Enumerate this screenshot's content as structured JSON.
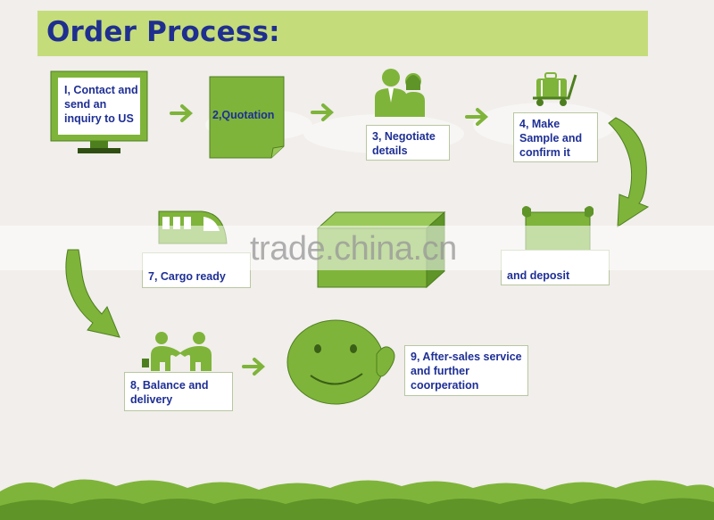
{
  "title": "Order Process:",
  "steps": {
    "s1": "I, Contact and send an inquiry to US",
    "s2": "2,Quotation",
    "s3": "3, Negotiate details",
    "s4": "4, Make Sample and confirm it",
    "s6": "and deposit",
    "s7": "7, Cargo ready",
    "s8": "8, Balance and delivery",
    "s9": "9, After-sales service and further coorperation"
  },
  "watermark": "trade.china.cn",
  "colors": {
    "green": "#7fb43a",
    "dark_green": "#4e7f1f",
    "title_bg": "#c5dc7a",
    "text": "#1e2f95"
  },
  "icons": [
    "monitor-icon",
    "document-icon",
    "people-icon",
    "luggage-cart-icon",
    "scroll-icon",
    "box-icon",
    "train-icon",
    "handshake-people-icon",
    "smiley-icon"
  ]
}
